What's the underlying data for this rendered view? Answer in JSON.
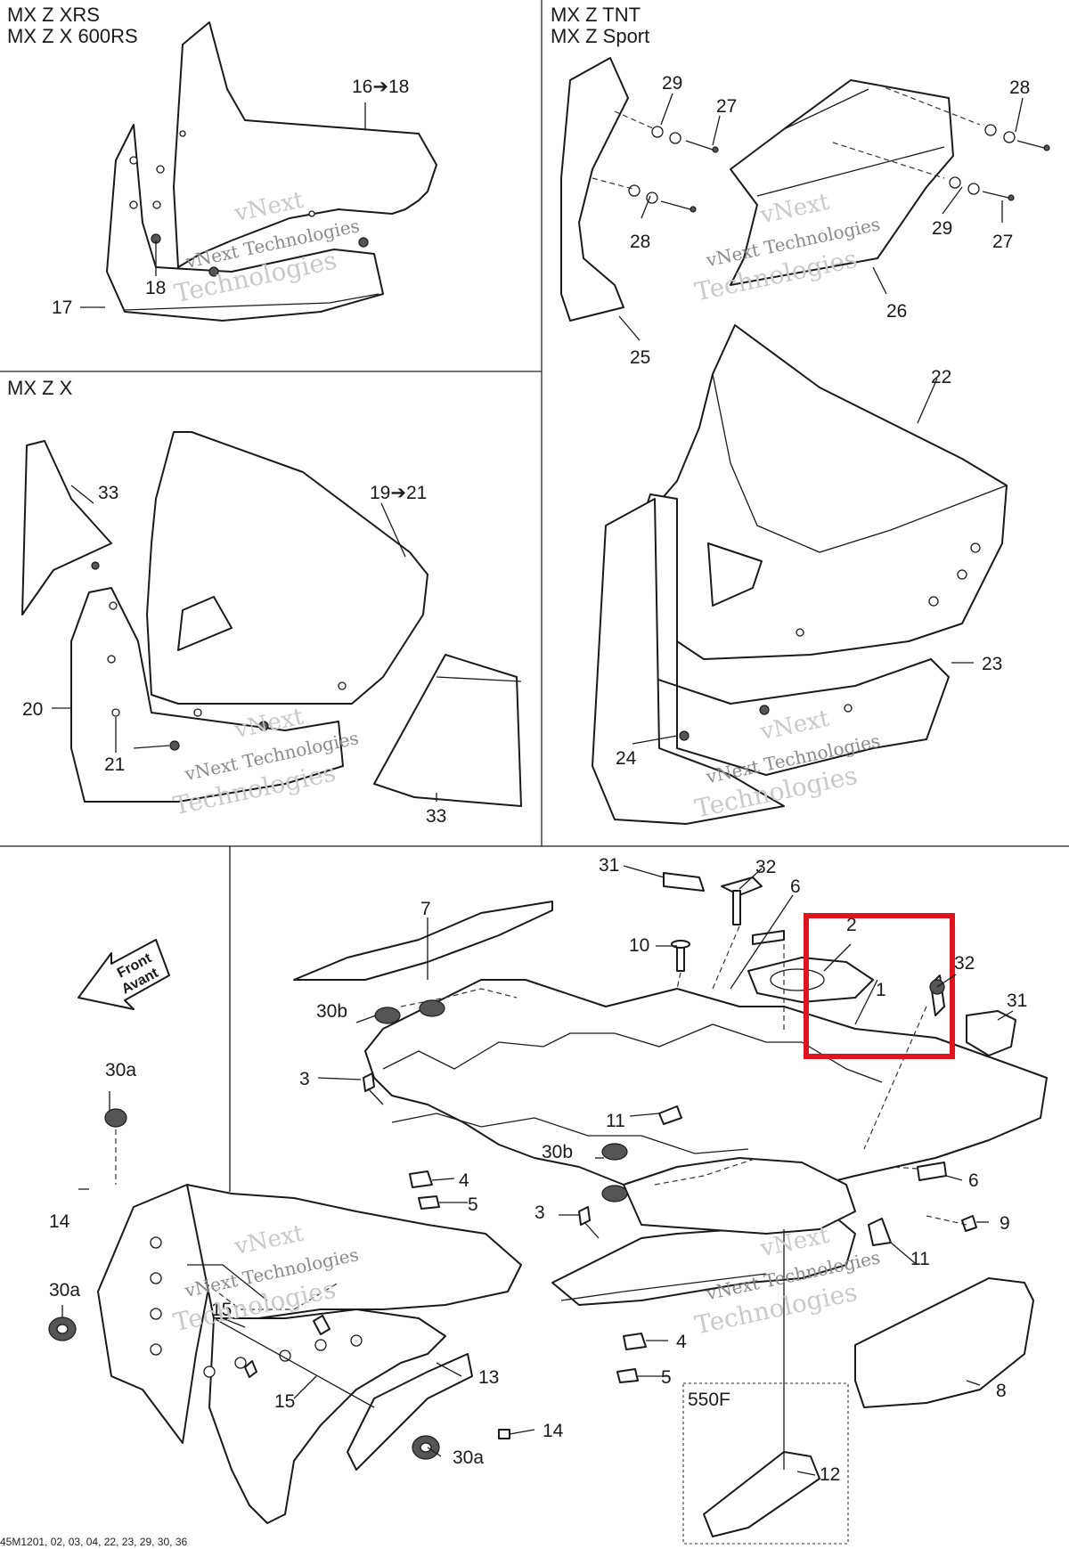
{
  "panels": {
    "xrs_title_line1": "MX Z XRS",
    "xrs_title_line2": "MX Z X 600RS",
    "tnt_title_line1": "MX Z TNT",
    "tnt_title_line2": "MX Z Sport",
    "x_title": "MX Z X"
  },
  "labels": {
    "p16_18": "16➔18",
    "p17": "17",
    "p18": "18",
    "p29a": "29",
    "p27a": "27",
    "p28a": "28",
    "p28b": "28",
    "p29b": "29",
    "p27b": "27",
    "p26": "26",
    "p25": "25",
    "p22": "22",
    "p23": "23",
    "p24": "24",
    "p33a": "33",
    "p19_21": "19➔21",
    "p20": "20",
    "p21": "21",
    "p33b": "33",
    "p31a": "31",
    "p32a": "32",
    "p6a": "6",
    "p7": "7",
    "p10": "10",
    "p2": "2",
    "p1": "1",
    "p32b": "32",
    "p31b": "31",
    "p30b_a": "30b",
    "p30a_a": "30a",
    "p3a": "3",
    "p11a": "11",
    "p4a": "4",
    "p5a": "5",
    "p30b_b": "30b",
    "p3b": "3",
    "p6b": "6",
    "p9": "9",
    "p11b": "11",
    "p14a": "14",
    "p30a_b": "30a",
    "p15a": "15",
    "p15b": "15",
    "p13": "13",
    "p14b": "14",
    "p30a_c": "30a",
    "p4b": "4",
    "p5b": "5",
    "p8": "8",
    "p12": "12",
    "box_550f": "550F"
  },
  "front_arrow": {
    "line1": "Front",
    "line2": "Avant"
  },
  "watermark": {
    "line1": "vNext",
    "line2": "vNext Technologies",
    "line3": "Technologies"
  },
  "footer": {
    "code": "45M1201, 02, 03, 04, 22, 23, 29, 30, 36"
  },
  "colors": {
    "highlight_box": "#e0141e",
    "line_art": "#1a1a1a",
    "watermark": "#c9c9c9"
  }
}
